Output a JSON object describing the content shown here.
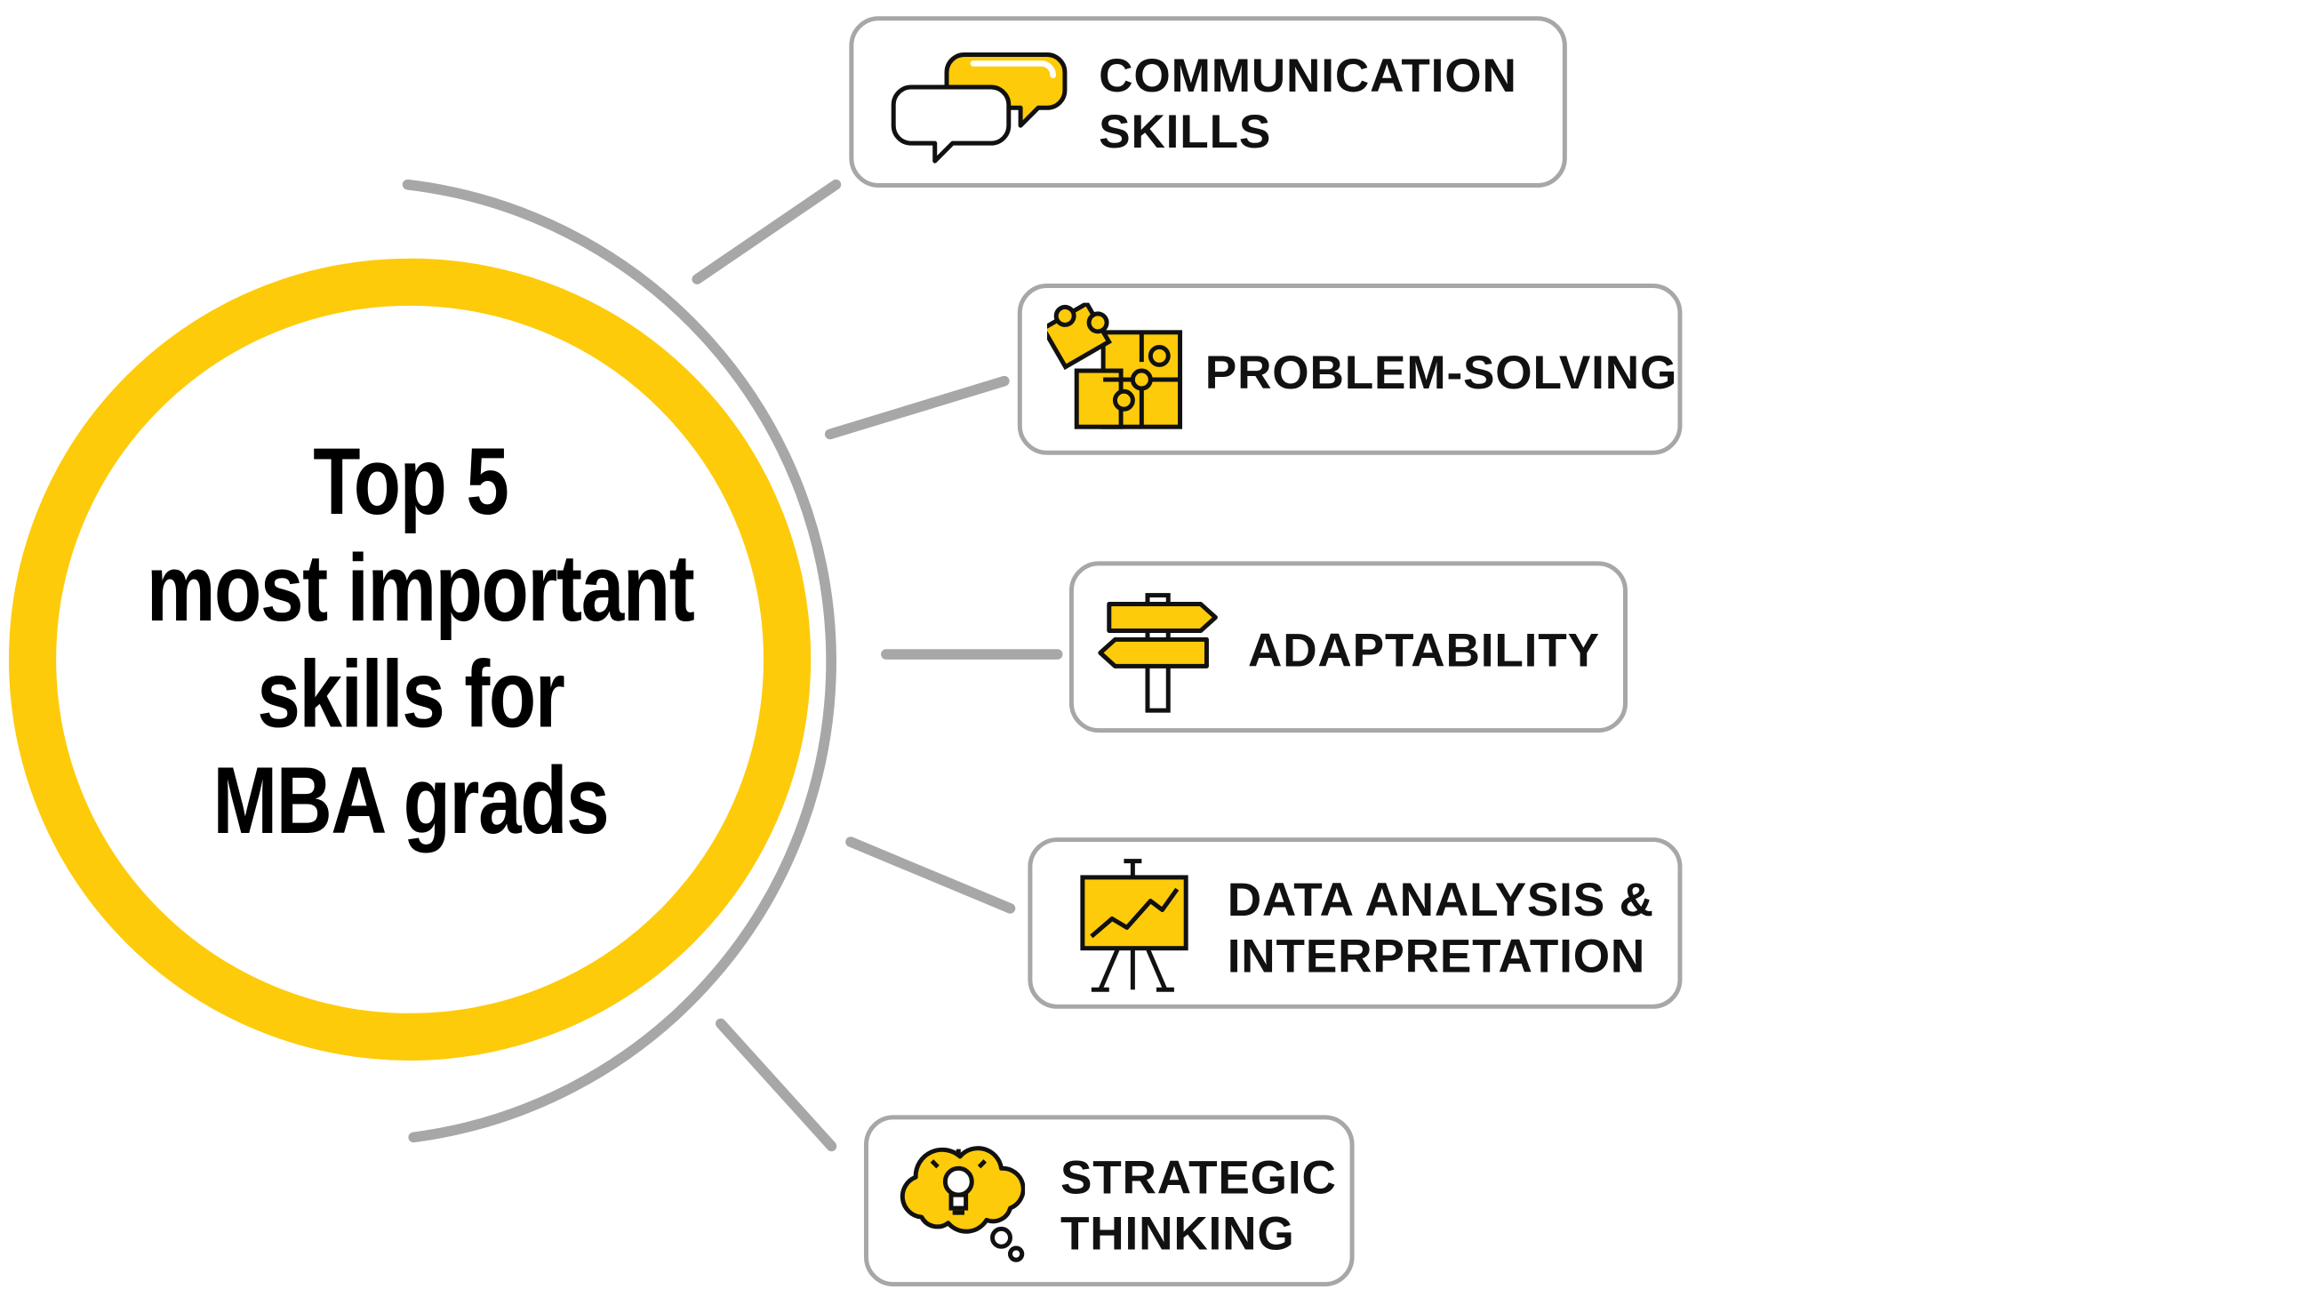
{
  "title": {
    "lines": [
      "Top 5",
      "most important",
      "skills for",
      "MBA grads"
    ]
  },
  "skills": [
    {
      "label": "COMMUNICATION\nSKILLS",
      "icon": "speech-bubbles-icon"
    },
    {
      "label": "PROBLEM-SOLVING",
      "icon": "puzzle-pieces-icon"
    },
    {
      "label": "ADAPTABILITY",
      "icon": "signpost-icon"
    },
    {
      "label": "DATA ANALYSIS &\nINTERPRETATION",
      "icon": "chart-easel-icon"
    },
    {
      "label": "STRATEGIC\nTHINKING",
      "icon": "lightbulb-cloud-icon"
    }
  ],
  "colors": {
    "accent": "#fdcb0a",
    "connector": "#a7a7a7",
    "text": "#111111"
  }
}
